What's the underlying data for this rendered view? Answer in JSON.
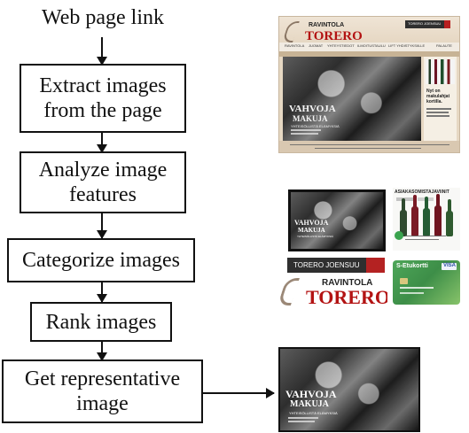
{
  "flowchart": {
    "title": "Web page link",
    "steps": [
      "Extract images from the page",
      "Analyze image features",
      "Categorize images",
      "Rank images",
      "Get representative image"
    ]
  },
  "website_thumbnail": {
    "logo_top": "RAVINTOLA",
    "logo_main": "TORERO",
    "header_box": "TORERO JOENSUU",
    "nav_items": [
      "RAVINTOLA",
      "JUOMAT",
      "YHTEYSTIEDOT",
      "ILMOITUSTAULU",
      "LIFT YHDISTYKSIILLE",
      "PALAUTE"
    ],
    "hero_line_1": "VAHVOJA",
    "hero_line_2": "MAKUJA",
    "hero_line_3": "YHTEISÖLLISTÄ ELÄMYKSIÄ",
    "side_title": "Nyt on makulahjat kortilla."
  },
  "classified_thumbnails": {
    "hero_line_1": "VAHVOJA",
    "hero_line_2": "MAKUJA",
    "hero_line_3": "YHTEISÖLLISTÄ ELÄMYKSIÄ",
    "wine_title": "ASIAKASOMISTAJAVIINIT",
    "header_box": "TORERO JOENSUU",
    "logo_top": "RAVINTOLA",
    "logo_main": "TORERO",
    "card_brand": "S-Etukortti",
    "card_network": "VISA"
  },
  "representative_image": {
    "hero_line_1": "VAHVOJA",
    "hero_line_2": "MAKUJA",
    "hero_line_3": "YHTEISÖLLISTÄ ELÄMYKSIÄ"
  }
}
